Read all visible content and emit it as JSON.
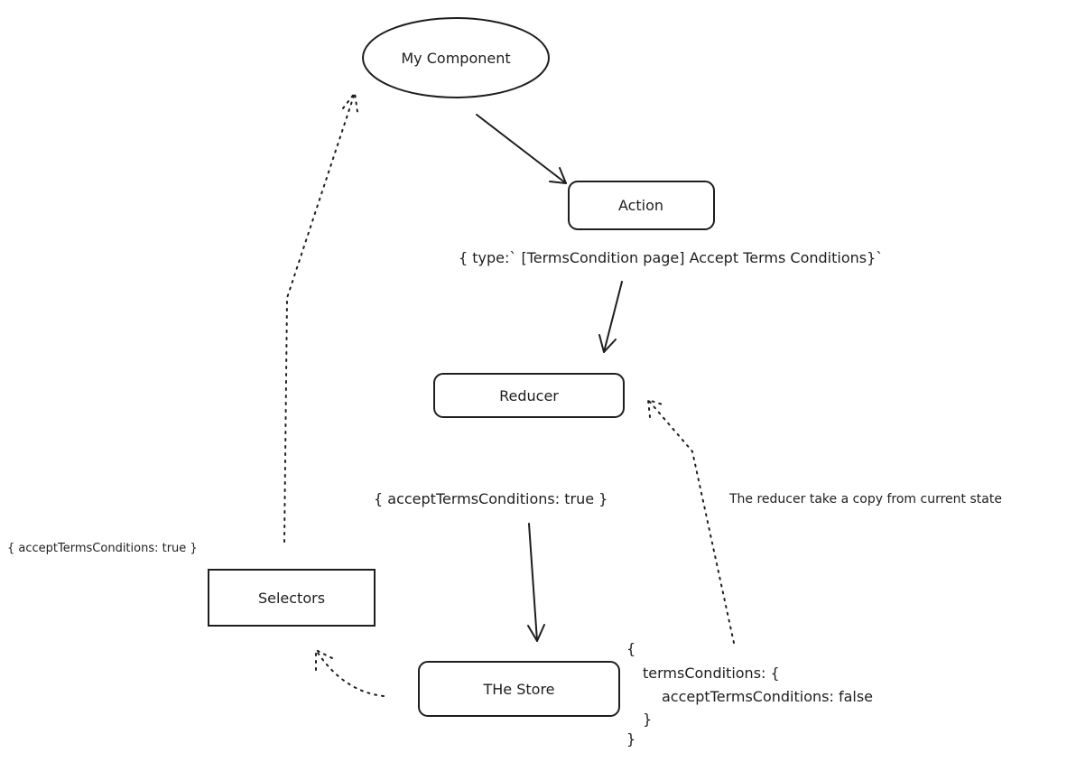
{
  "nodes": {
    "my_component": "My Component",
    "action": "Action",
    "reducer": "Reducer",
    "store": "THe Store",
    "selectors": "Selectors"
  },
  "labels": {
    "action_payload": "{ type:` [TermsCondition page] Accept Terms Conditions}`",
    "reducer_output": "{ acceptTermsConditions: true }",
    "selector_output": "{ acceptTermsConditions: true }",
    "reducer_note": "The reducer take a copy from current state"
  },
  "store_state": [
    "{",
    "termsConditions: {",
    "acceptTermsConditions: false",
    "}",
    "}"
  ]
}
